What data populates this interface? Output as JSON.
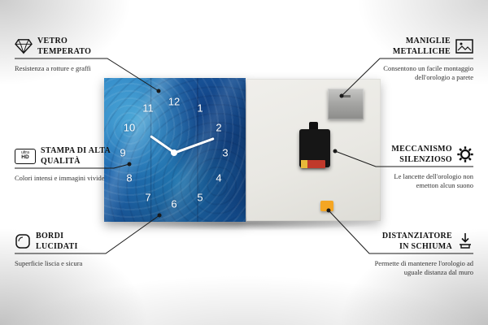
{
  "product": {
    "name": "glass wall clock front and back",
    "clock_numbers": [
      "12",
      "1",
      "2",
      "3",
      "4",
      "5",
      "6",
      "7",
      "8",
      "9",
      "10",
      "11"
    ]
  },
  "callouts": [
    {
      "icon": "diamond-icon",
      "title": "VETRO TEMPERATO",
      "subtitle": "Resistenza a rotture e graffi"
    },
    {
      "icon": "ultra-hd-icon",
      "icon_text_top": "ultra",
      "icon_text_bottom": "HD",
      "title": "STAMPA DI ALTA QUALITÀ",
      "subtitle": "Colori intensi e immagini vivide"
    },
    {
      "icon": "polished-edge-icon",
      "title": "BORDI LUCIDATI",
      "subtitle": "Superficie liscia e sicura"
    },
    {
      "icon": "picture-frame-icon",
      "title": "MANIGLIE METALLICHE",
      "subtitle": "Consentono un facile montaggio dell'orologio a parete"
    },
    {
      "icon": "gear-icon",
      "title": "MECCANISMO SILENZIOSO",
      "subtitle": "Le lancette dell'orologio non emetton alcun suono"
    },
    {
      "icon": "foam-spacer-icon",
      "title": "DISTANZIATORE IN SCHIUMA",
      "subtitle": "Permette di mantenere l'orologio ad uguale distanza dal muro"
    }
  ],
  "colors": {
    "clock_blue": "#1d6bb0",
    "back_panel": "#ecebe7",
    "mechanism_black": "#161616",
    "battery_red": "#c0392b",
    "spacer_orange": "#f5a623",
    "line_color": "#1a1a1a"
  }
}
